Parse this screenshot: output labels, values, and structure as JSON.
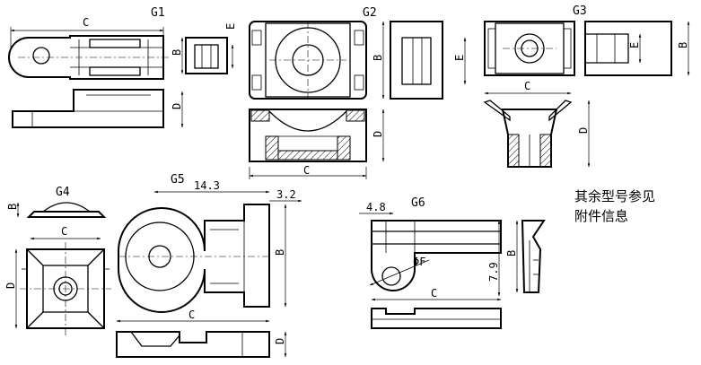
{
  "groups": {
    "g1": "G1",
    "g2": "G2",
    "g3": "G3",
    "g4": "G4",
    "g5": "G5",
    "g6": "G6"
  },
  "dims": {
    "c": "C",
    "b": "B",
    "d": "D",
    "e": "E",
    "f": "ΦF",
    "g5_width": "14.3",
    "g5_flange": "3.2",
    "g6_offset": "4.8",
    "g6_height": "7.9"
  },
  "note": {
    "line1": "其余型号参见",
    "line2": "附件信息"
  }
}
